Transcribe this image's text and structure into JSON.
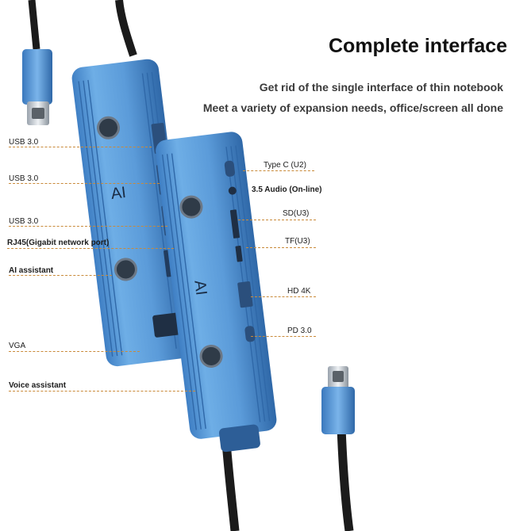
{
  "heading": {
    "title": "Complete interface",
    "line1": "Get rid of the single interface of thin notebook",
    "line2": "Meet a variety of expansion needs, office/screen all done"
  },
  "left_labels": [
    "USB 3.0",
    "USB 3.0",
    "USB 3.0",
    "RJ45(Gigabit network port)",
    "AI assistant",
    "VGA",
    "Voice assistant"
  ],
  "right_labels": [
    "Type C  (U2)",
    "3.5 Audio (On-line)",
    "SD(U3)",
    "TF(U3)",
    "HD 4K",
    "PD 3.0"
  ],
  "device": {
    "logo": "AI",
    "body_color": "#5a9bd8",
    "dark_color": "#2e5f99",
    "cable_color": "#1b1b1b"
  }
}
